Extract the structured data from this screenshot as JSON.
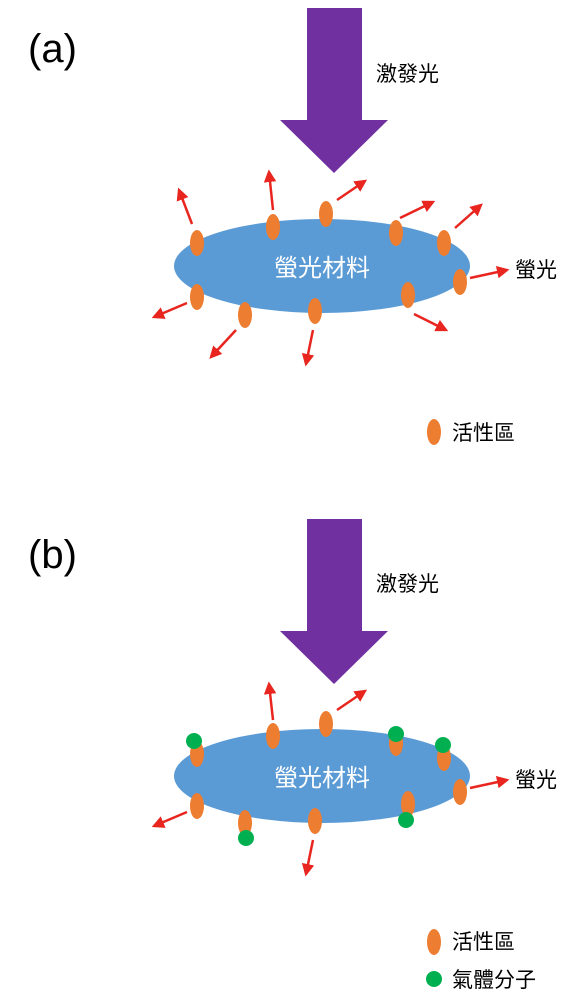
{
  "colors": {
    "excitation_arrow": "#7030A0",
    "material": "#5B9BD5",
    "active_site": "#ED7D31",
    "emission_arrow": "#E8251F",
    "gas_molecule": "#00B050"
  },
  "panel_a": {
    "label": "(a)",
    "excitation_label": "激發光",
    "material_label": "螢光材料",
    "emission_label": "螢光",
    "legend_active_site": "活性區"
  },
  "panel_b": {
    "label": "(b)",
    "excitation_label": "激發光",
    "material_label": "螢光材料",
    "emission_label": "螢光",
    "legend_active_site": "活性區",
    "legend_gas_molecule": "氣體分子"
  }
}
